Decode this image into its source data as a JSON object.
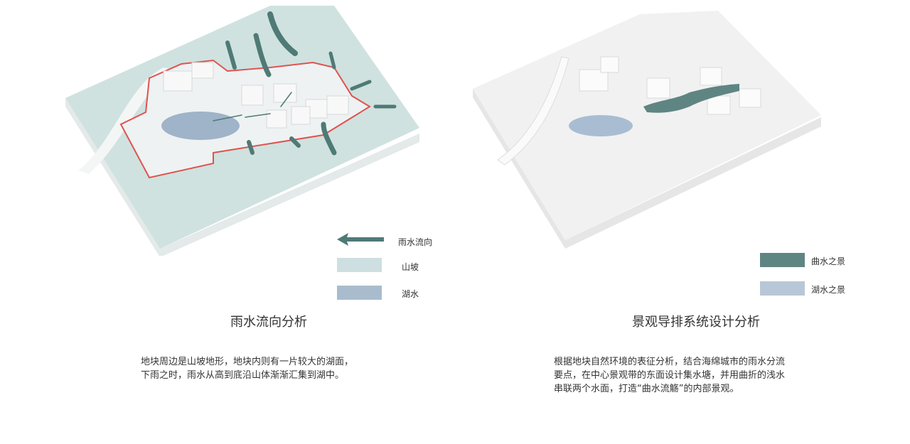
{
  "left_panel": {
    "title": "雨水流向分析",
    "description_lines": [
      "地块周边是山坡地形，地块内则有一片较大的湖面，",
      "下雨之时，雨水从高到底沿山体渐渐汇集到湖中。"
    ],
    "legend": [
      {
        "label": "雨水流向",
        "icon": "arrow-left-icon",
        "color": "#4f7a76"
      },
      {
        "label": "山坡",
        "color": "#cddfe0"
      },
      {
        "label": "湖水",
        "color": "#a9bcce"
      }
    ],
    "map_colors": {
      "slope": "#cfe2e0",
      "lake": "#9fb3c9",
      "boundary": "#e0524f",
      "arrow": "#4f7a76"
    }
  },
  "right_panel": {
    "title": "景观导排系统设计分析",
    "description_lines": [
      "根据地块自然环境的表征分析，结合海绵城市的雨水分流",
      "要点，在中心景观带的东面设计集水塘，并用曲折的浅水",
      "串联两个水面，打造“曲水流觞”的内部景观。"
    ],
    "legend": [
      {
        "label": "曲水之景",
        "color": "#5f8583"
      },
      {
        "label": "湖水之景",
        "color": "#b7c7d7"
      }
    ],
    "map_colors": {
      "curved_water": "#5f8583",
      "lake": "#a9bdd2"
    }
  }
}
